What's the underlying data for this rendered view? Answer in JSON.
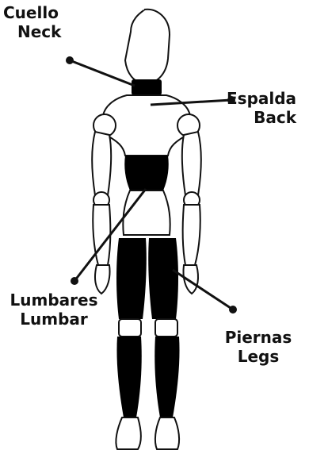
{
  "labels": {
    "neck": {
      "es": "Cuello",
      "en": "Neck"
    },
    "back": {
      "es": "Espalda",
      "en": "Back"
    },
    "lumbar": {
      "es": "Lumbares",
      "en": "Lumbar"
    },
    "legs": {
      "es": "Piernas",
      "en": "Legs"
    }
  },
  "colors": {
    "outline": "#111111",
    "highlight": "#000000",
    "body_fill": "#ffffff"
  }
}
